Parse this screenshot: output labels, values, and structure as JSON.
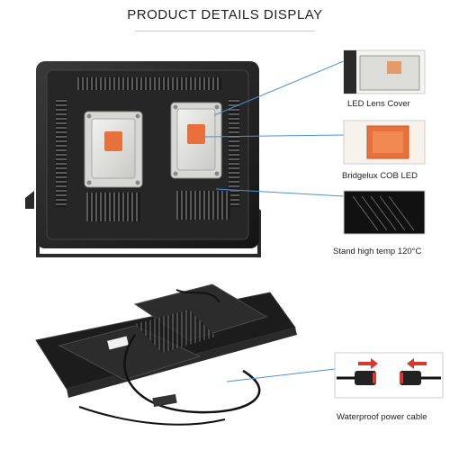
{
  "page": {
    "title": "PRODUCT DETAILS DISPLAY"
  },
  "callouts": [
    {
      "label": "LED Lens Cover",
      "icon": "lens-cover-icon"
    },
    {
      "label": "Bridgelux COB LED",
      "icon": "cob-led-icon"
    },
    {
      "label": "Stand high temp 120°C",
      "icon": "heat-sink-icon"
    },
    {
      "label": "Waterproof power cable",
      "icon": "waterproof-connector-icon"
    }
  ],
  "colors": {
    "housing": "#1c1c1c",
    "callout_line": "#4a90d9",
    "cob_orange": "#e8703a",
    "connector_arrow": "#d9382c"
  }
}
